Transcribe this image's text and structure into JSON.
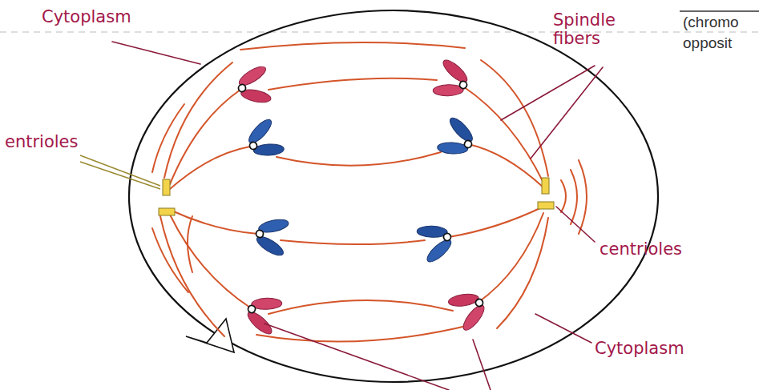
{
  "diagram": {
    "labels": [
      "Cytoplasm",
      "Spindle fibers",
      "(chromo",
      "opposit",
      "entrioles",
      "centrioles",
      "Cytoplasm"
    ]
  }
}
